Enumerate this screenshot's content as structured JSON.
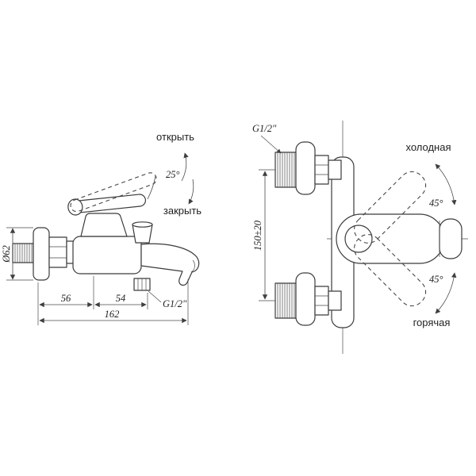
{
  "canvas": {
    "background": "#ffffff",
    "line_color": "#3b3b3b"
  },
  "side_view": {
    "open_label": "открыть",
    "close_label": "закрыть",
    "angle_label": "25°",
    "flange_dia_label": "Ø62",
    "dim_56": "56",
    "dim_54": "54",
    "dim_162": "162",
    "outlet_thread_label": "G1/2\""
  },
  "front_view": {
    "inlet_thread_label": "G1/2\"",
    "height_label": "150±20",
    "cold_label": "холодная",
    "hot_label": "горячая",
    "angle_up_label": "45°",
    "angle_down_label": "45°"
  }
}
